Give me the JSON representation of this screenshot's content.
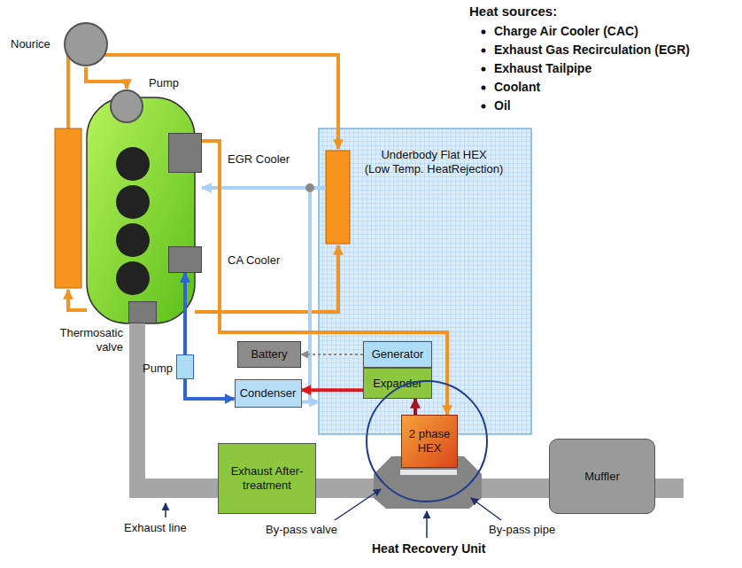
{
  "diagram": {
    "nodes": [
      {
        "text": [
          "Nourice"
        ]
      },
      {
        "text": [
          "Pump"
        ]
      },
      {
        "text": [
          "EGR Cooler"
        ]
      },
      {
        "text": [
          "Underbody Flat HEX",
          "(Low Temp. HeatRejection)"
        ]
      },
      {
        "text": [
          "CA Cooler"
        ]
      },
      {
        "text": [
          "Thermosatic valve"
        ]
      },
      {
        "text": [
          "Battery"
        ]
      },
      {
        "text": [
          "Generator"
        ],
        "in": 3
      },
      {
        "text": [
          "Expander"
        ],
        "in": 3
      },
      {
        "text": [
          "Pump"
        ]
      },
      {
        "text": [
          "Condenser"
        ]
      },
      {
        "text": [
          "Exhaust After-treatment"
        ]
      },
      {
        "text": [
          "Heat Recovery Unit"
        ]
      },
      {
        "text": [
          "2 phase HEX"
        ],
        "in": 12
      },
      {
        "text": [
          "Muffler"
        ]
      }
    ],
    "edges": [
      {
        "from": 0,
        "to": 1,
        "arrow": "to"
      },
      {
        "from": 2,
        "to": 13,
        "arrow": "to"
      },
      {
        "from": 7,
        "to": 6,
        "arrow": "to"
      },
      {
        "from": 8,
        "to": 10,
        "arrow": "to"
      },
      {
        "from": 13,
        "to": 8,
        "arrow": "to"
      },
      {
        "from": 9,
        "to": 4,
        "arrow": "to"
      },
      {
        "from": 9,
        "to": 10,
        "arrow": "to"
      },
      {
        "from": 10,
        "to": 3,
        "arrow": "to"
      }
    ],
    "labels": [
      "Heat sources:",
      "Charge Air Cooler (CAC)",
      "Exhaust Gas Recirculation (EGR)",
      "Exhaust Tailpipe",
      "Coolant",
      "Oil",
      "Exhaust line",
      "By-pass valve",
      "By-pass pipe"
    ]
  }
}
